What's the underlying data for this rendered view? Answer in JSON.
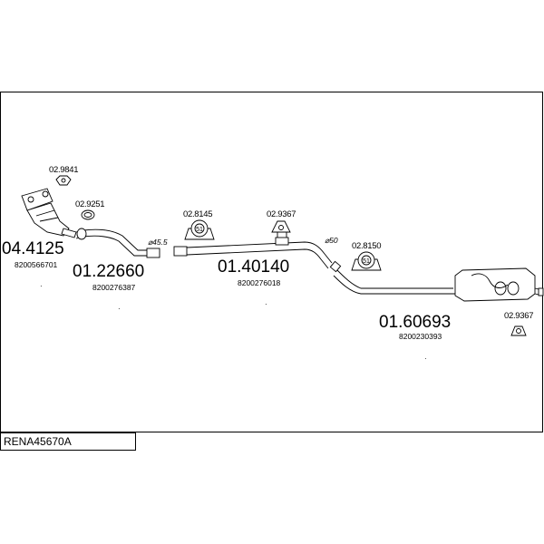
{
  "diagram_code": "RENA45670A",
  "parts": [
    {
      "number": "04.4125",
      "oe_ref": "8200566701"
    },
    {
      "number": "01.22660",
      "oe_ref": "8200276387"
    },
    {
      "number": "01.40140",
      "oe_ref": "8200276018"
    },
    {
      "number": "01.60693",
      "oe_ref": "8200230393"
    }
  ],
  "accessories": {
    "gasket_top": "02.9841",
    "clamp_front": "02.9251",
    "hanger_ring_1": "02.8145",
    "hanger_rubber_mid": "02.9367",
    "hanger_ring_2": "02.8150",
    "hanger_rubber_rear": "02.9367"
  },
  "clamp_labels": {
    "ring_1": "51",
    "ring_2": "51"
  },
  "pipe_diameters": {
    "front_joint": "⌀45.5",
    "rear_joint": "⌀50"
  }
}
